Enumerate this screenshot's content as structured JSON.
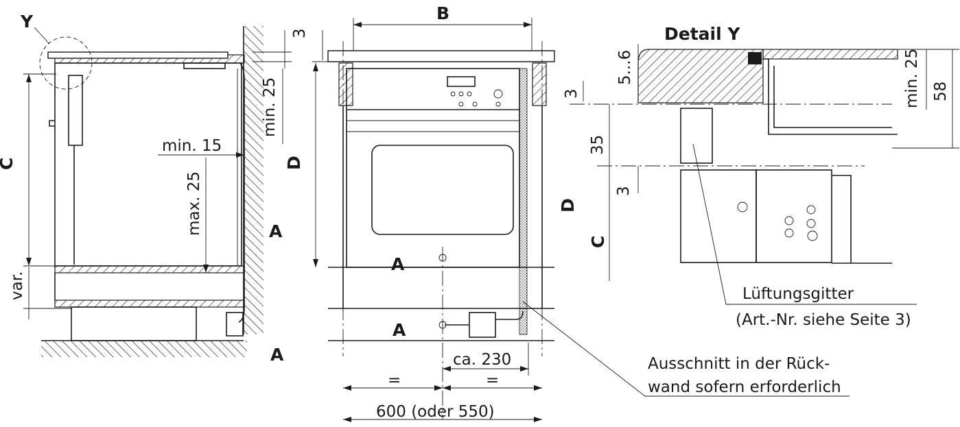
{
  "labels": {
    "detail_title": "Detail Y",
    "Y": "Y",
    "A": "A",
    "B": "B",
    "C": "C",
    "D": "D"
  },
  "dimensions": {
    "three": "3",
    "min25": "min. 25",
    "min15": "min. 15",
    "max25": "max. 25",
    "var": "var.",
    "ca230": "ca. 230",
    "eq": "=",
    "w600": "600 (oder 550)",
    "five_six": "5...6",
    "d35": "35",
    "d58": "58"
  },
  "notes": {
    "grille_line1": "Lüftungsgitter",
    "grille_line2": "(Art.-Nr. siehe Seite 3)",
    "cutout_line1": "Ausschnitt in der Rück-",
    "cutout_line2": "wand sofern erforderlich"
  }
}
